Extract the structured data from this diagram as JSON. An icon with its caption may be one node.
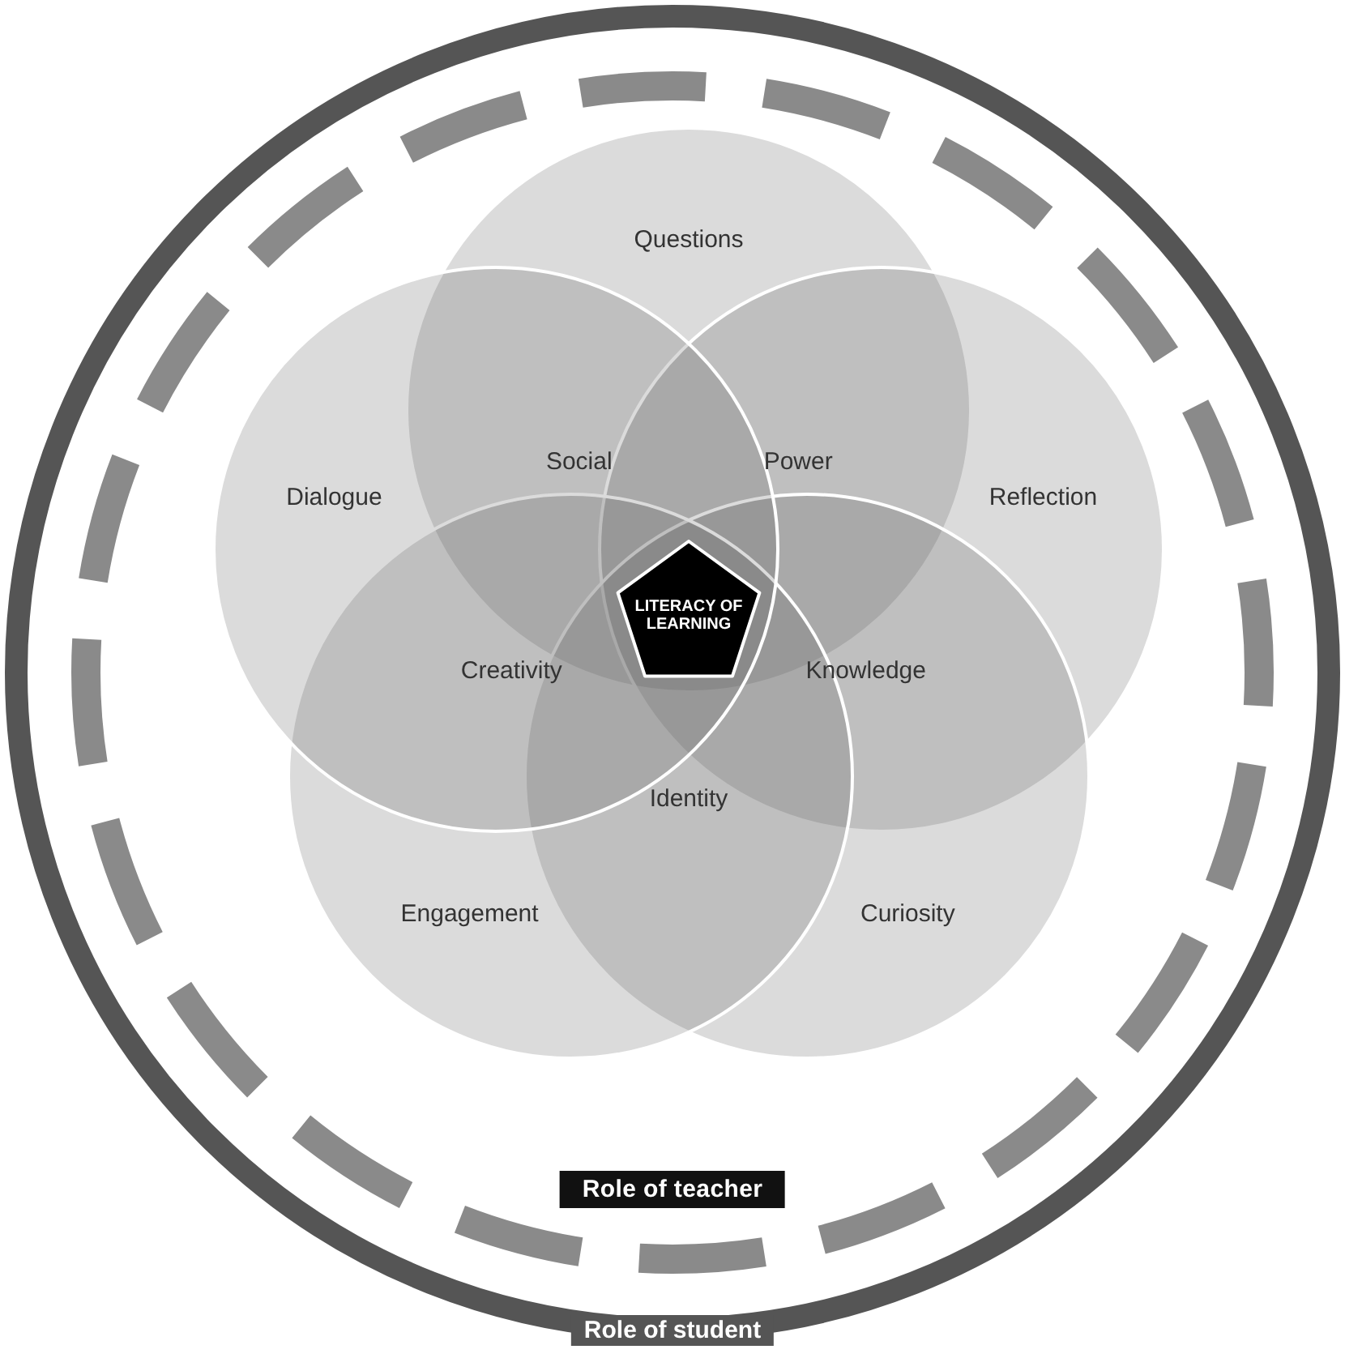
{
  "diagram": {
    "nodes": [
      {
        "text": [
          "Role of student"
        ]
      },
      {
        "text": [
          "Role of teacher"
        ],
        "in": 0
      },
      {
        "text": [
          "Questions"
        ],
        "in": 1
      },
      {
        "text": [
          "Reflection"
        ],
        "in": 1
      },
      {
        "text": [
          "Curiosity"
        ],
        "in": 1
      },
      {
        "text": [
          "Engagement"
        ],
        "in": 1
      },
      {
        "text": [
          "Dialogue"
        ],
        "in": 1
      },
      {
        "text": [
          "LITERACY OF LEARNING"
        ]
      }
    ],
    "labels": [
      "Social",
      "Power",
      "Creativity",
      "Knowledge",
      "Identity"
    ]
  }
}
